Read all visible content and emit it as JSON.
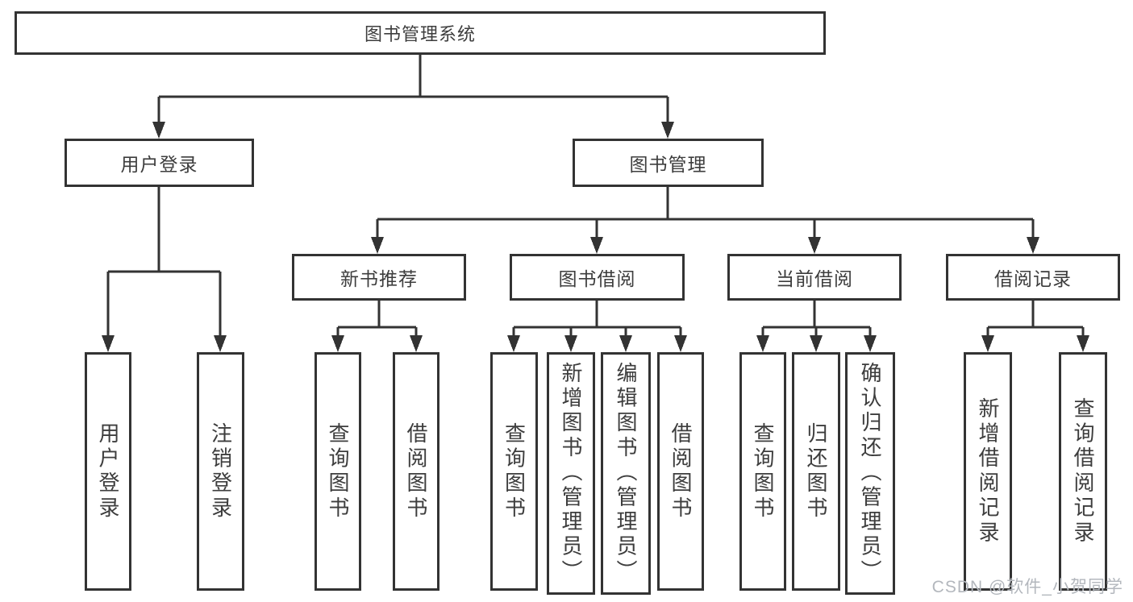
{
  "tree": {
    "root": "图书管理系统",
    "children": [
      {
        "label": "用户登录",
        "children": [
          "用户登录",
          "注销登录"
        ]
      },
      {
        "label": "图书管理",
        "children": [
          {
            "label": "新书推荐",
            "children": [
              "查询图书",
              "借阅图书"
            ]
          },
          {
            "label": "图书借阅",
            "children": [
              "查询图书",
              "新增图书（管理员）",
              "编辑图书（管理员）",
              "借阅图书"
            ]
          },
          {
            "label": "当前借阅",
            "children": [
              "查询图书",
              "归还图书",
              "确认归还（管理员）"
            ]
          },
          {
            "label": "借阅记录",
            "children": [
              "新增借阅记录",
              "查询借阅记录"
            ]
          }
        ]
      }
    ]
  },
  "watermark": "CSDN @软件_小贺同学",
  "colors": {
    "line": "#333333",
    "text": "#3d3d3d",
    "background": "#ffffff",
    "watermark": "#b3b7bd"
  }
}
